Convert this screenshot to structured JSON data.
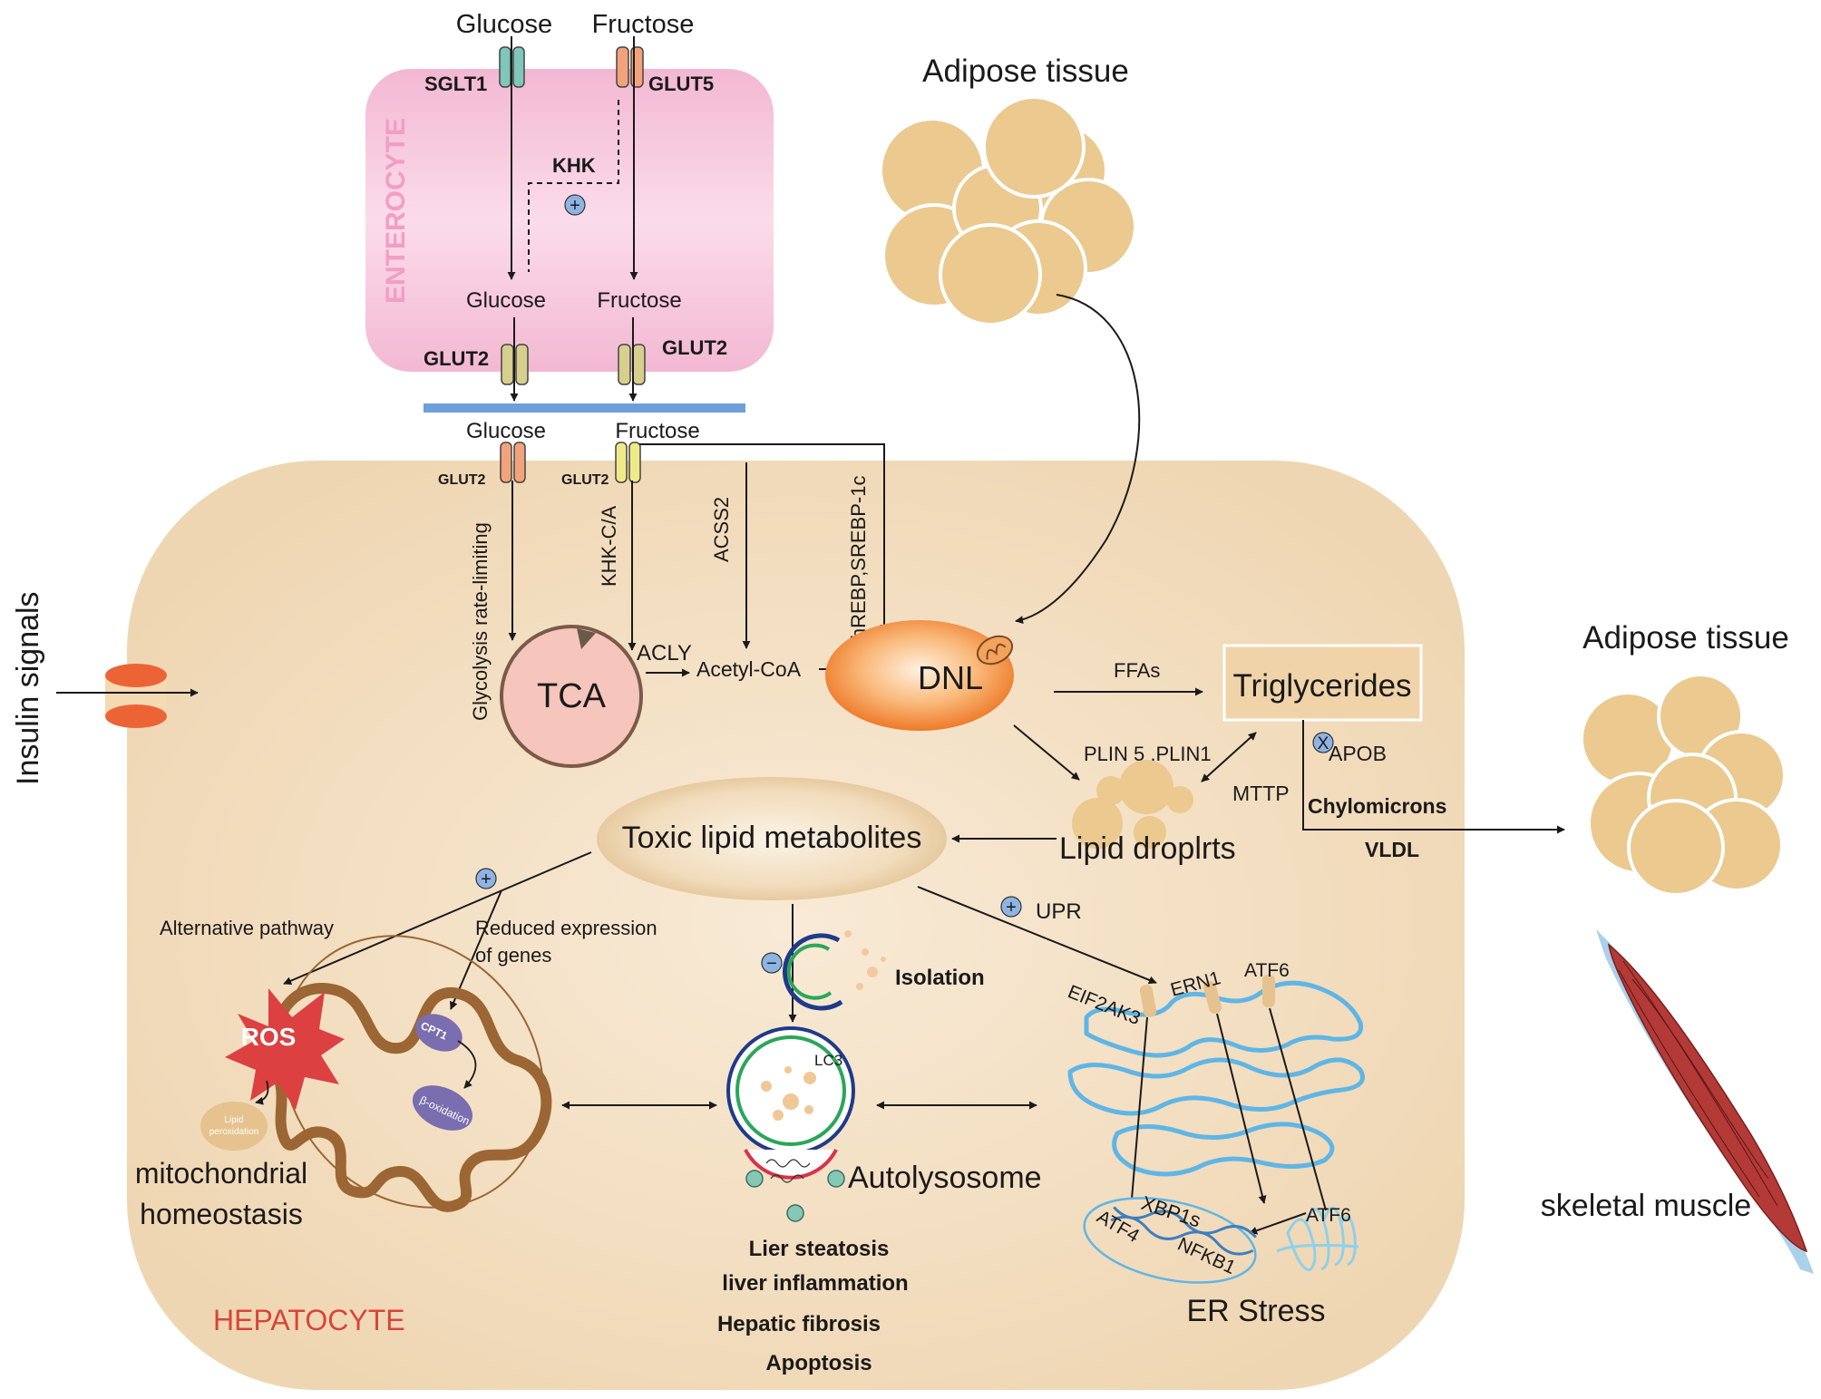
{
  "intestine": {
    "glucose_in": "Glucose",
    "fructose_in": "Fructose",
    "sglt1": "SGLT1",
    "glut5": "GLUT5",
    "cell_label": "ENTEROCYTE",
    "khk": "KHK",
    "glucose_mid": "Glucose",
    "fructose_mid": "Fructose",
    "glut2_left": "GLUT2",
    "glut2_right": "GLUT2",
    "glucose_out": "Glucose",
    "fructose_out": "Fructose"
  },
  "hepatocyte": {
    "cell_label": "HEPATOCYTE",
    "glut2_left": "GLUT2",
    "glut2_right": "GLUT2",
    "glycolysis": "Glycolysis rate-limiting",
    "khk_ca": "KHK-C/A",
    "acss2": "ACSS2",
    "chrebp": "ChREBP,SREBP-1c",
    "tca": "TCA",
    "acly": "ACLY",
    "acetyl_coa": "Acetyl-CoA",
    "dnl": "DNL",
    "ffas": "FFAs",
    "triglycerides": "Triglycerides",
    "apob": "APOB",
    "mttp": "MTTP",
    "chylomicrons": "Chylomicrons",
    "vldl": "VLDL",
    "plin": "PLIN 5 ,PLIN1",
    "lipid_droplets": "Lipid droplrts",
    "toxic_lipids": "Toxic lipid metabolites",
    "alt_pathway": "Alternative pathway",
    "reduced_expr_1": "Reduced expression",
    "reduced_expr_2": "of  genes",
    "ros": "ROS",
    "cpt1": "CPT1",
    "beta_ox": "β-oxidation",
    "lipid_perox_1": "Lipid",
    "lipid_perox_2": "peroxidation",
    "mito_1": "mitochondrial",
    "mito_2": "homeostasis",
    "isolation": "Isolation",
    "lc3": "LC3",
    "autolysosome": "Autolysosome",
    "outcomes": [
      "Lier steatosis",
      "liver  inflammation",
      "Hepatic fibrosis",
      "Apoptosis"
    ],
    "upr": "UPR",
    "eif2ak3": "EIF2AK3",
    "ern1": "ERN1",
    "atf6_top": "ATF6",
    "xbp1s": "XBP1s",
    "atf4": "ATF4",
    "nfkb1": "NFKB1",
    "atf6_bottom": "ATF6",
    "er_stress": "ER Stress"
  },
  "external": {
    "insulin": "Insulin signals",
    "adipose_top": "Adipose tissue",
    "adipose_right": "Adipose tissue",
    "skeletal_muscle": "skeletal muscle"
  },
  "signs": {
    "plus": "+",
    "minus": "−",
    "x": "X"
  },
  "colors": {
    "enterocyte_fill": "#f7c6dc",
    "hepatocyte_fill": "#f4dfc1",
    "adipocyte": "#ebc98f",
    "membrane": "#6f9fd8",
    "dnl": "#f08a3a",
    "tca": "#f6c5bb",
    "ros": "#dc4040",
    "mito_cristae": "#9b6633",
    "er": "#5fb6e6",
    "muscle": "#b33a37",
    "label_red": "#d9443a"
  }
}
